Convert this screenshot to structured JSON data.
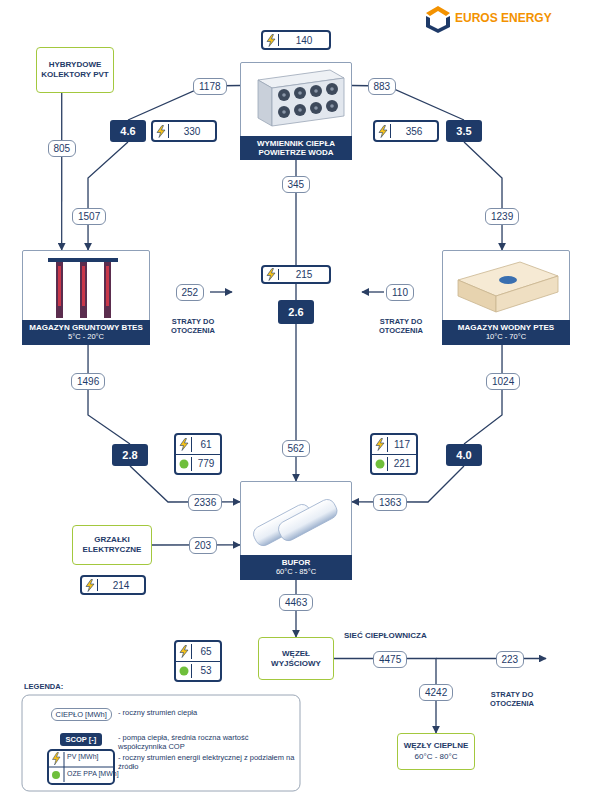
{
  "diagram": {
    "nodes": [
      {
        "text": [
          "HYBRYDOWE KOLEKTORY PVT"
        ]
      },
      {
        "text": [
          "140"
        ]
      },
      {
        "text": [
          "WYMIENNIK CIEPŁA POWIETRZE WODA"
        ]
      },
      {
        "text": [
          "4.6"
        ]
      },
      {
        "text": [
          "330"
        ]
      },
      {
        "text": [
          "356"
        ]
      },
      {
        "text": [
          "3.5"
        ]
      },
      {
        "text": [
          "MAGAZYN GRUNTOWY BTES",
          "5°C - 20°C"
        ]
      },
      {
        "text": [
          "215"
        ]
      },
      {
        "text": [
          "2.6"
        ]
      },
      {
        "text": [
          "MAGAZYN WODNY PTES",
          "10°C - 70°C"
        ]
      },
      {
        "text": [
          "2.8"
        ]
      },
      {
        "text": [
          "61",
          "779"
        ]
      },
      {
        "text": [
          "117",
          "221"
        ]
      },
      {
        "text": [
          "4.0"
        ]
      },
      {
        "text": [
          "GRZAŁKI ELEKTRYCZNE"
        ]
      },
      {
        "text": [
          "BUFOR",
          "60°C - 85°C"
        ]
      },
      {
        "text": [
          "214"
        ]
      },
      {
        "text": [
          "65",
          "53"
        ]
      },
      {
        "text": [
          "WĘZEŁ WYJŚCIOWY"
        ]
      },
      {
        "text": [
          "WĘZŁY CIEPLNE",
          "60°C - 80°C"
        ]
      }
    ],
    "edges": [
      {
        "from": 0,
        "to": 7,
        "label": "805",
        "arrow": "to"
      },
      {
        "from": 2,
        "to": 3,
        "label": "1178",
        "arrow": "none"
      },
      {
        "from": 3,
        "to": 7,
        "label": "1507",
        "arrow": "to"
      },
      {
        "from": 2,
        "to": 6,
        "label": "883",
        "arrow": "none"
      },
      {
        "from": 6,
        "to": 10,
        "label": "1239",
        "arrow": "to"
      },
      {
        "from": 2,
        "to": 9,
        "label": "345",
        "arrow": "none"
      },
      {
        "from": 9,
        "to": 16,
        "label": "562",
        "arrow": "to"
      },
      {
        "from": 7,
        "to": 11,
        "label": "1496",
        "arrow": "none"
      },
      {
        "from": 11,
        "to": 16,
        "label": "2336",
        "arrow": "to"
      },
      {
        "from": 10,
        "to": 14,
        "label": "1024",
        "arrow": "none"
      },
      {
        "from": 14,
        "to": 16,
        "label": "1363",
        "arrow": "to"
      },
      {
        "from": 15,
        "to": 16,
        "label": "203",
        "arrow": "to"
      },
      {
        "from": 16,
        "to": 19,
        "label": "4463",
        "arrow": "to"
      },
      {
        "from": 19,
        "to": 20,
        "label": "4242",
        "arrow": "to"
      }
    ],
    "labels": [
      "EUROS ENERGY",
      "252",
      "STRATY DO OTOCZENIA",
      "110",
      "STRATY DO OTOCZENIA",
      "SIEĆ CIEPŁOWNICZA",
      "4475",
      "223",
      "STRATY DO OTOCZENIA",
      "LEGENDA:",
      "CIEPŁO [MWh]",
      "SCOP [-]",
      "PV [MWh]",
      "OZE PPA [MWh]"
    ],
    "legend": [
      {
        "text": "- roczny strumień ciepła"
      },
      {
        "text": "- pompa ciepła, średnia roczna wartość współczynnika COP"
      },
      {
        "text": "- roczny strumień energii elektrycznej z podziałem na źródło"
      }
    ]
  }
}
